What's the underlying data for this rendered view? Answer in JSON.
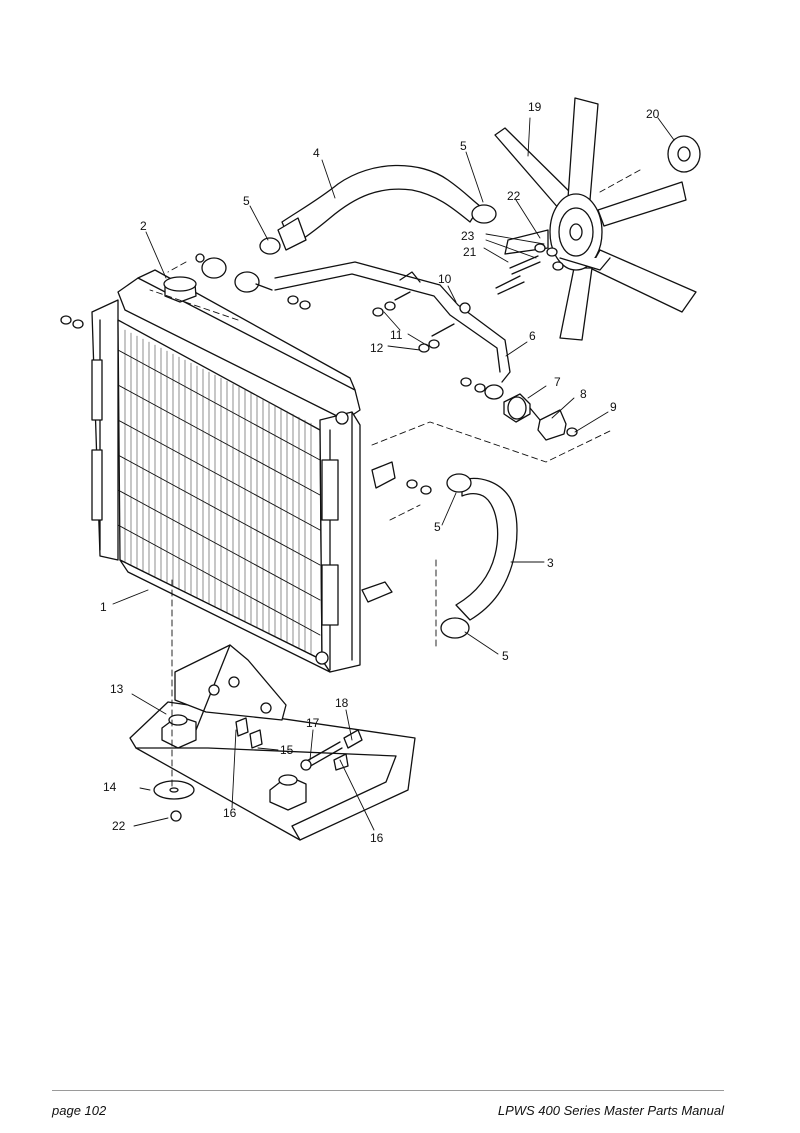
{
  "diagram": {
    "callouts": {
      "c1": "1",
      "c2": "2",
      "c3": "3",
      "c4": "4",
      "c5a": "5",
      "c5b": "5",
      "c5c": "5",
      "c5d": "5",
      "c6": "6",
      "c7": "7",
      "c8": "8",
      "c9": "9",
      "c10": "10",
      "c11": "11",
      "c12": "12",
      "c13": "13",
      "c14": "14",
      "c15": "15",
      "c16a": "16",
      "c16b": "16",
      "c17": "17",
      "c18": "18",
      "c19": "19",
      "c20": "20",
      "c21": "21",
      "c22a": "22",
      "c22b": "22",
      "c23": "23"
    }
  },
  "footer": {
    "page_label": "page  102",
    "manual_title": "LPWS 400 Series Master Parts Manual"
  }
}
